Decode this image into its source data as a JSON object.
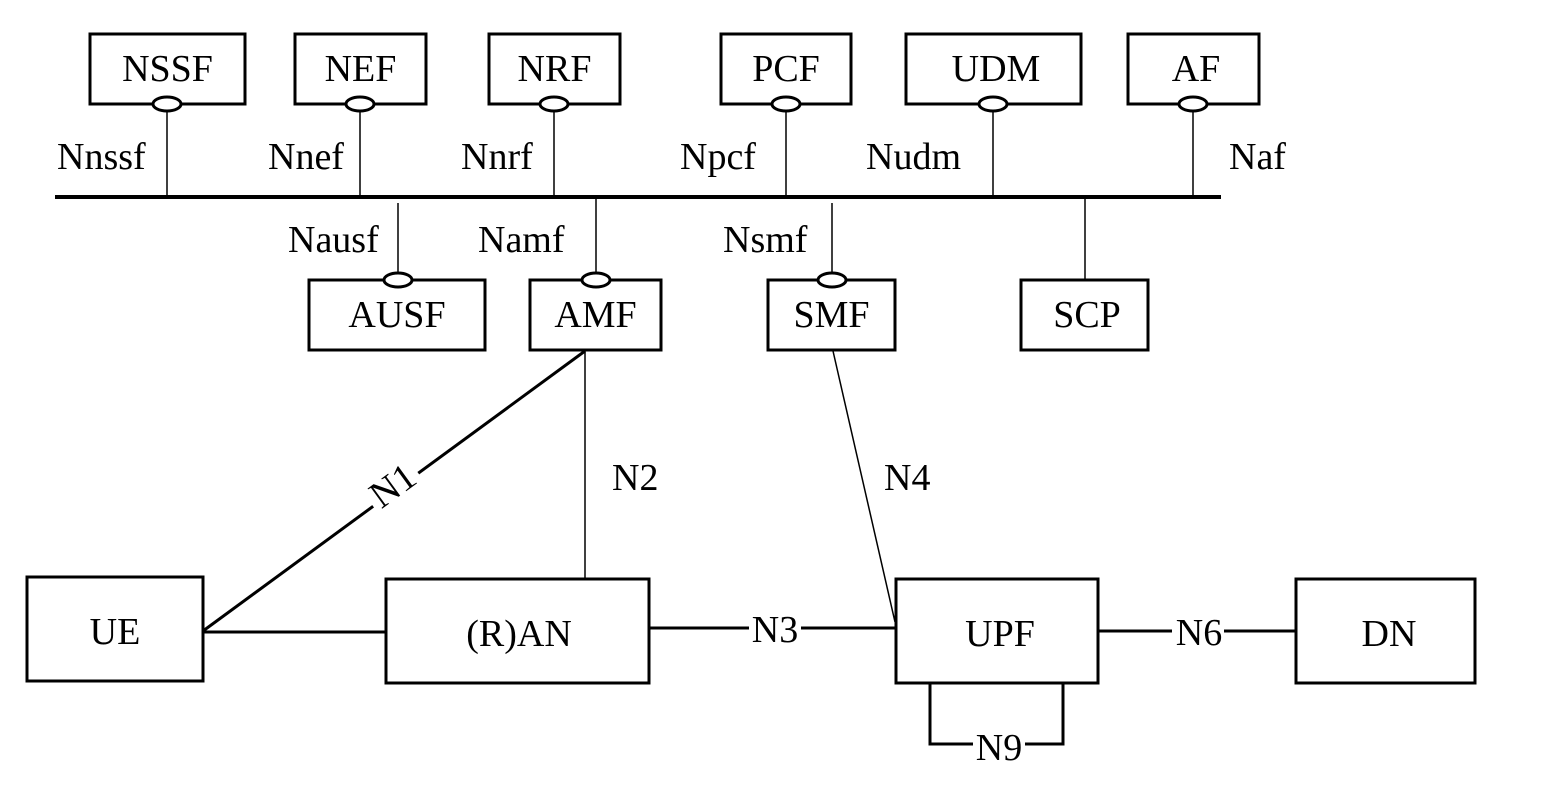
{
  "nodes": {
    "nssf": "NSSF",
    "nef": "NEF",
    "nrf": "NRF",
    "pcf": "PCF",
    "udm": "UDM",
    "af": "AF",
    "ausf": "AUSF",
    "amf": "AMF",
    "smf": "SMF",
    "scp": "SCP",
    "ue": "UE",
    "ran": "(R)AN",
    "upf": "UPF",
    "dn": "DN"
  },
  "interfaces": {
    "nnssf": "Nnssf",
    "nnef": "Nnef",
    "nnrf": "Nnrf",
    "npcf": "Npcf",
    "nudm": "Nudm",
    "naf": "Naf",
    "nausf": "Nausf",
    "namf": "Namf",
    "nsmf": "Nsmf",
    "n1": "N1",
    "n2": "N2",
    "n3": "N3",
    "n4": "N4",
    "n6": "N6",
    "n9": "N9"
  }
}
